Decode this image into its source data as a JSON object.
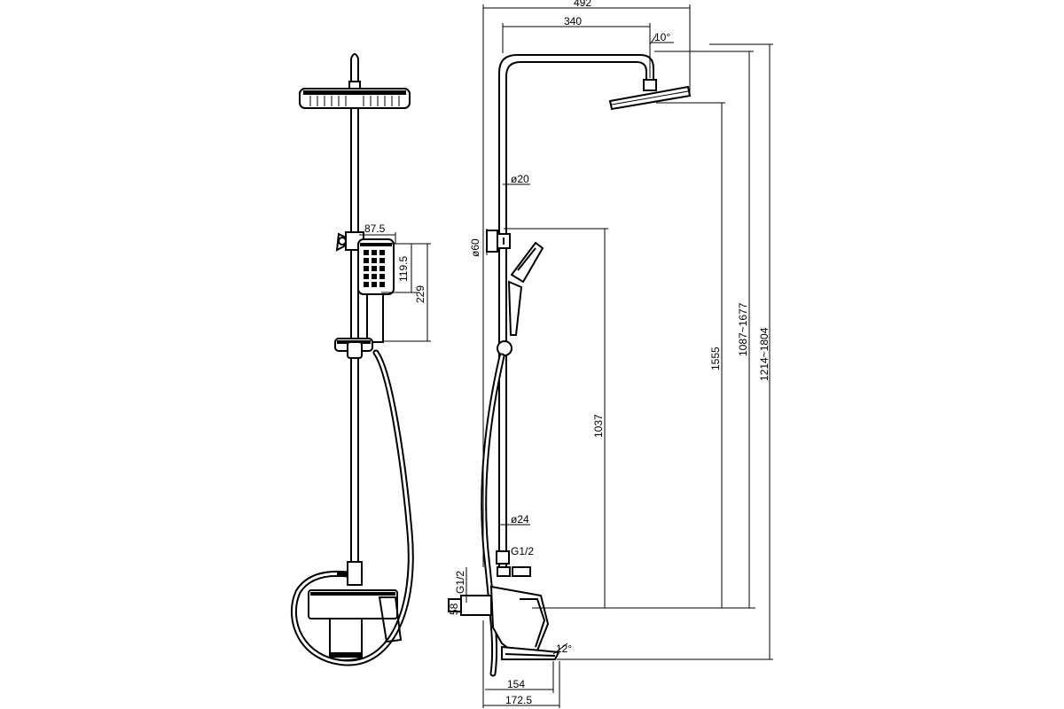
{
  "dimensions": {
    "d492": "492",
    "d340": "340",
    "d10deg": "10°",
    "d20": "ø20",
    "d60": "ø60",
    "d87_5": "87.5",
    "d119_5": "119.5",
    "d229": "229",
    "d1555": "1555",
    "d1087_1677": "1087~1677",
    "d1214_1804": "1214~1804",
    "d1037": "1037",
    "d24": "ø24",
    "g12_top": "G1/2",
    "g12_side": "G1/2",
    "d58": "58",
    "d12deg": "12°",
    "d154": "154",
    "d172_5": "172.5"
  },
  "colors": {
    "line": "#000000",
    "background": "#ffffff"
  }
}
